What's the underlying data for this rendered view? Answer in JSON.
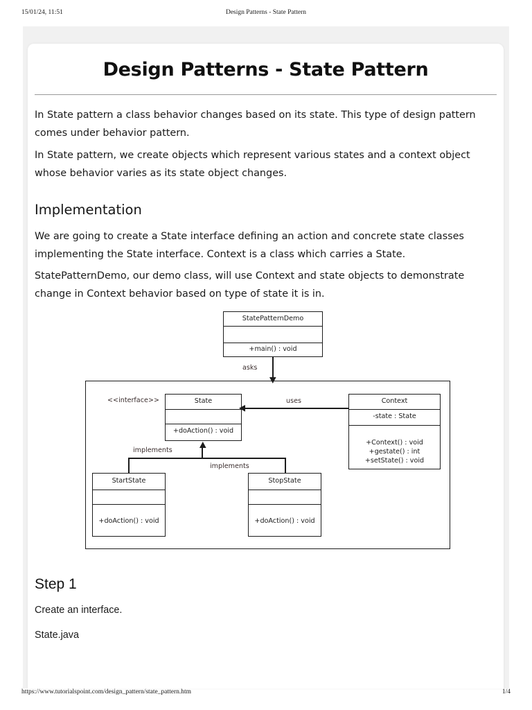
{
  "print_header": {
    "date": "15/01/24, 11:51",
    "title": "Design Patterns - State Pattern"
  },
  "print_footer": {
    "url": "https://www.tutorialspoint.com/design_pattern/state_pattern.htm",
    "page": "1/4"
  },
  "document": {
    "title": "Design Patterns - State Pattern",
    "paragraph_1": "In State pattern a class behavior changes based on its state. This type of design pattern comes under behavior pattern.",
    "paragraph_2": "In State pattern, we create objects which represent various states and a context object whose behavior varies as its state object changes.",
    "implementation_heading": "Implementation",
    "paragraph_3": "We are going to create a State interface defining an action and concrete state classes implementing the State interface. Context is a class which carries a State.",
    "paragraph_4": "StatePatternDemo, our demo class, will use Context and state objects to demonstrate change in Context behavior based on type of state it is in.",
    "step_1_heading": "Step 1",
    "step_1_text": "Create an interface.",
    "step_1_file": "State.java"
  },
  "diagram": {
    "type": "uml-class-diagram",
    "classes": {
      "demo": {
        "name": "StatePatternDemo",
        "attributes": [],
        "methods": [
          "+main() : void"
        ]
      },
      "state": {
        "stereotype": "<<interface>>",
        "name": "State",
        "attributes": [],
        "methods": [
          "+doAction()  : void"
        ]
      },
      "context": {
        "name": "Context",
        "attributes": [
          "-state : State"
        ],
        "methods": [
          "+Context() : void",
          "+gestate() : int",
          "+setState() : void"
        ]
      },
      "start_state": {
        "name": "StartState",
        "attributes": [],
        "methods": [
          "+doAction()  : void"
        ]
      },
      "stop_state": {
        "name": "StopState",
        "attributes": [],
        "methods": [
          "+doAction()  : void"
        ]
      }
    },
    "relations": {
      "asks": "asks",
      "uses": "uses",
      "implements_left": "implements",
      "implements_right": "implements"
    }
  }
}
